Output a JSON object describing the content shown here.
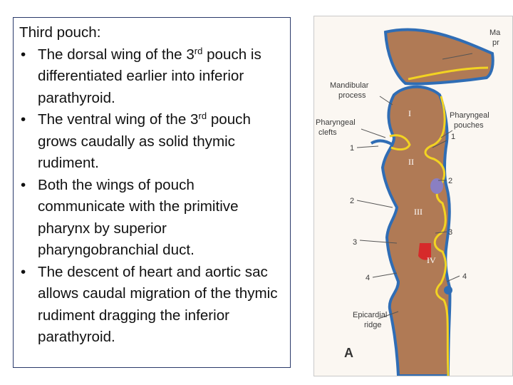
{
  "slide": {
    "heading": "Third pouch:",
    "bullets": [
      {
        "pre": "The dorsal wing of the 3",
        "sup": "rd",
        "post": " pouch is differentiated earlier into inferior parathyroid."
      },
      {
        "pre": "The ventral wing of the 3",
        "sup": "rd",
        "post": " pouch grows caudally as solid thymic rudiment."
      },
      {
        "pre": "Both the wings of pouch communicate with the primitive pharynx by superior pharyngobranchial duct.",
        "sup": "",
        "post": ""
      },
      {
        "pre": "The descent of heart and aortic sac allows caudal migration of the thymic rudiment dragging the inferior parathyroid.",
        "sup": "",
        "post": ""
      }
    ]
  },
  "figure": {
    "label_top_right_1": "Ma",
    "label_top_right_2": "pr",
    "label_mandibular_1": "Mandibular",
    "label_mandibular_2": "process",
    "label_clefts_1": "Pharyngeal",
    "label_clefts_2": "clefts",
    "label_pouches_1": "Pharyngeal",
    "label_pouches_2": "pouches",
    "label_epicardial_1": "Epicardial",
    "label_epicardial_2": "ridge",
    "arch_I": "I",
    "arch_II": "II",
    "arch_III": "III",
    "arch_IV": "IV",
    "cleft_1": "1",
    "cleft_2": "2",
    "cleft_3": "3",
    "cleft_4": "4",
    "pouch_1": "1",
    "pouch_2": "2",
    "pouch_3": "3",
    "pouch_4": "4",
    "panel_letter": "A",
    "colors": {
      "tissue": "#b07a55",
      "ectoderm": "#2f6db5",
      "endoderm": "#f2d322",
      "parathyroid": "#d62a2a",
      "thymus": "#8a7fc2"
    }
  }
}
